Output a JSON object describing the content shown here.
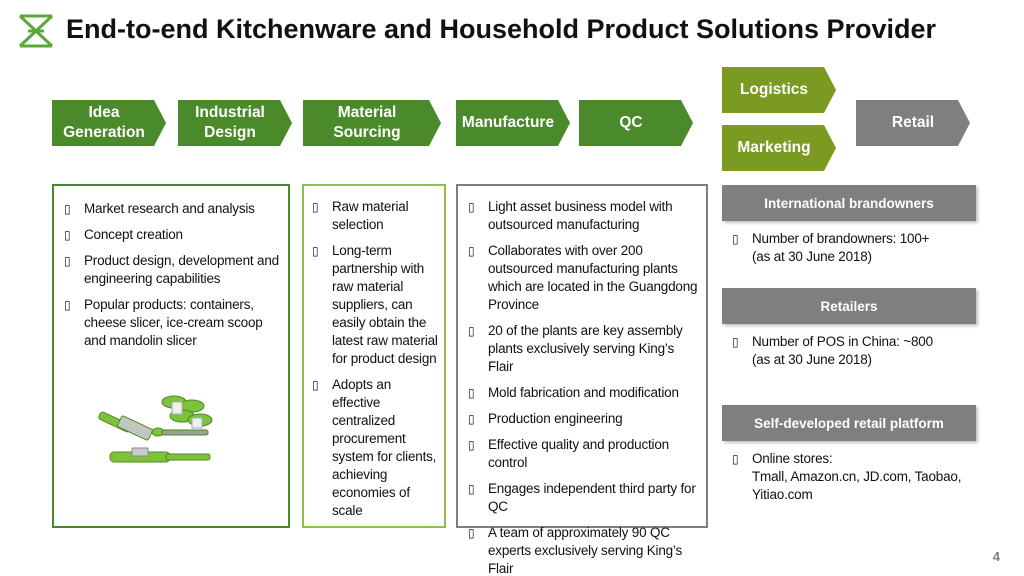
{
  "header": {
    "title": "End-to-end Kitchenware and Household Product Solutions Provider"
  },
  "chain": {
    "idea": "Idea\nGeneration",
    "industrial": "Industrial\nDesign",
    "material": "Material\nSourcing",
    "manufacture": "Manufacture",
    "qc": "QC",
    "logistics": "Logistics",
    "marketing": "Marketing",
    "retail": "Retail"
  },
  "box1": {
    "items": [
      "Market research and analysis",
      "Concept creation",
      "Product design, development and engineering capabilities",
      "Popular products: containers, cheese slicer, ice-cream scoop and mandolin slicer"
    ]
  },
  "box2": {
    "items": [
      "Raw material selection",
      "Long-term partnership with raw material suppliers, can easily obtain the latest raw material for product design",
      "Adopts an effective centralized procurement system for clients, achieving economies of scale"
    ]
  },
  "box3": {
    "items": [
      "Light asset business model with outsourced manufacturing",
      "Collaborates with over 200 outsourced manufacturing plants which are located in the Guangdong Province",
      "20 of the plants are key assembly plants exclusively serving King’s Flair",
      "Mold fabrication and modification",
      "Production engineering",
      "Effective quality and production control",
      "Engages independent third party for QC",
      "A team of approximately 90 QC experts exclusively serving King’s Flair"
    ]
  },
  "retail": {
    "intl_header": "International brandowners",
    "intl_item_1": "Number of brandowners: 100+",
    "intl_item_2": "(as at 30 June 2018)",
    "retailers_header": "Retailers",
    "retailers_item_1": "Number of POS in China: ~800",
    "retailers_item_2": "(as at 30 June 2018)",
    "platform_header": "Self-developed retail platform",
    "platform_item_1": "Online stores:",
    "platform_item_2": "Tmall, Amazon.cn, JD.com, Taobao,",
    "platform_item_3": "Yitiao.com"
  },
  "footer": {
    "page_number": "4"
  },
  "colors": {
    "green_dark": "#4a8a2a",
    "green_olive": "#7a9a22",
    "gray": "#7f7f7f"
  },
  "icons": {
    "logo": "green-x-lattice-logo",
    "bullet": "box-bullet-icon"
  }
}
